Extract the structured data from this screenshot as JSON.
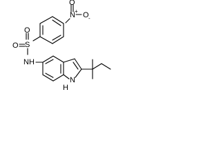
{
  "molecule": {
    "atom_labels": {
      "nitro_n": "N",
      "nitro_o_top": "O",
      "nitro_o_charged": "O",
      "nitro_plus": "+",
      "nitro_minus": "-",
      "sulfonyl_s": "S",
      "sulfonyl_o_top": "O",
      "sulfonyl_o_bottom": "O",
      "amide_nh": "NH",
      "indole_n": "N",
      "indole_h": "H"
    },
    "colors": {
      "bond": "#000000",
      "label": "#000000",
      "background": "#ffffff"
    }
  }
}
